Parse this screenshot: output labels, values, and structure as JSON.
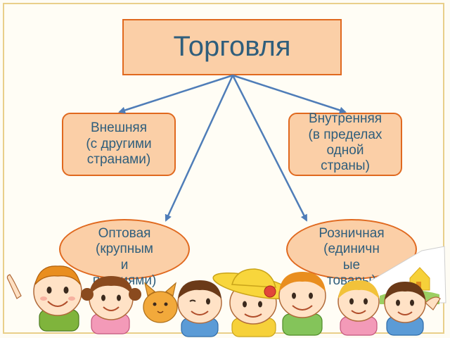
{
  "diagram": {
    "title": "Торговля",
    "branches": [
      {
        "id": "external",
        "label": "Внешняя\n(с другими\nстранами)"
      },
      {
        "id": "internal",
        "label": "Внутренняя\n(в пределах\nодной\nстраны)"
      },
      {
        "id": "wholesale",
        "label": "Оптовая\n(крупным\nи\nпартиями)"
      },
      {
        "id": "retail",
        "label": "Розничная\n(единичн\nые\nтовары)"
      }
    ]
  },
  "colors": {
    "box_fill": "#fbcfa7",
    "box_border": "#e0691f",
    "text": "#2f5e7c",
    "arrow": "#4f7db8",
    "frame": "#e9cf8a"
  },
  "decoration": {
    "illustration": "row-of-cartoon-children"
  }
}
